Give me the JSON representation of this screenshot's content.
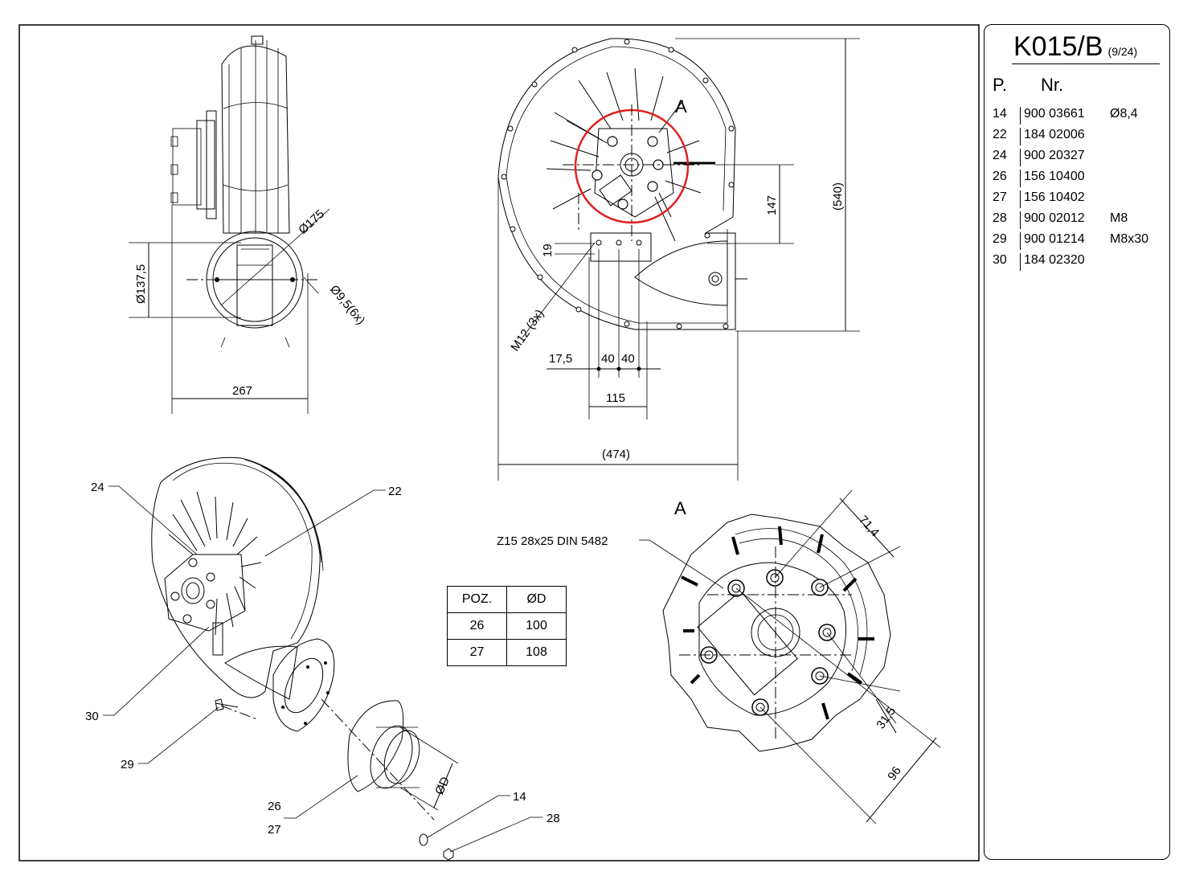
{
  "title_block": {
    "model": "K015/B",
    "revision": "(9/24)",
    "col_pos": "P.",
    "col_nr": "Nr."
  },
  "parts": [
    {
      "pos": "14",
      "nr": "900 03661",
      "note": "Ø8,4"
    },
    {
      "pos": "22",
      "nr": "184 02006",
      "note": ""
    },
    {
      "pos": "24",
      "nr": "900 20327",
      "note": ""
    },
    {
      "pos": "26",
      "nr": "156 10400",
      "note": ""
    },
    {
      "pos": "27",
      "nr": "156 10402",
      "note": ""
    },
    {
      "pos": "28",
      "nr": "900 02012",
      "note": "M8"
    },
    {
      "pos": "29",
      "nr": "900 01214",
      "note": "M8x30"
    },
    {
      "pos": "30",
      "nr": "184 02320",
      "note": ""
    }
  ],
  "diameter_table": {
    "headers": [
      "POZ.",
      "ØD"
    ],
    "rows": [
      [
        "26",
        "100"
      ],
      [
        "27",
        "108"
      ]
    ]
  },
  "dimensions": {
    "d175": "Ø175",
    "d137": "Ø137,5",
    "d95": "Ø9,5(6x)",
    "w267": "267",
    "h147": "147",
    "h540": "(540)",
    "v19": "19",
    "m12": "M12 (3x)",
    "w175": "17,5",
    "w40a": "40",
    "w40b": "40",
    "w115": "115",
    "w474": "(474)",
    "d714": "71,4",
    "d315": "31,5",
    "d96": "96",
    "od": "ØD"
  },
  "detail": {
    "marker": "A",
    "title": "A",
    "spline": "Z15 28x25 DIN 5482"
  },
  "callouts": {
    "c24": "24",
    "c22": "22",
    "c30": "30",
    "c29": "29",
    "c26": "26",
    "c27": "27",
    "c14": "14",
    "c28": "28"
  }
}
